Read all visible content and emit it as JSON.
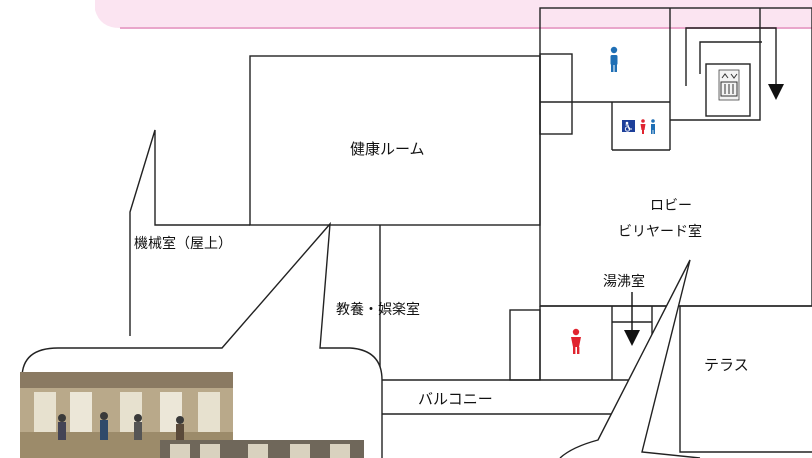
{
  "rooms": {
    "kenko": "健康ルーム",
    "kikai": "機械室（屋上）",
    "kyoyo": "教養・娯楽室",
    "lobby_line1": "ロビー",
    "lobby_line2": "ビリヤード室",
    "yuwakashi": "湯沸室",
    "terrace": "テラス",
    "balcony": "バルコニー"
  },
  "icons": {
    "male_toilet": "male-toilet",
    "accessible_toilet": "accessible-toilet",
    "female_toilet": "female-toilet",
    "elevator": "elevator",
    "stairs_arrow": "down-arrow"
  },
  "colors": {
    "banner": "#fbe4f1",
    "banner_border": "#e9a6cb",
    "wall": "#222222",
    "male": "#1f6fb5",
    "female": "#e0242f",
    "accessible": "#1d3f9a"
  }
}
